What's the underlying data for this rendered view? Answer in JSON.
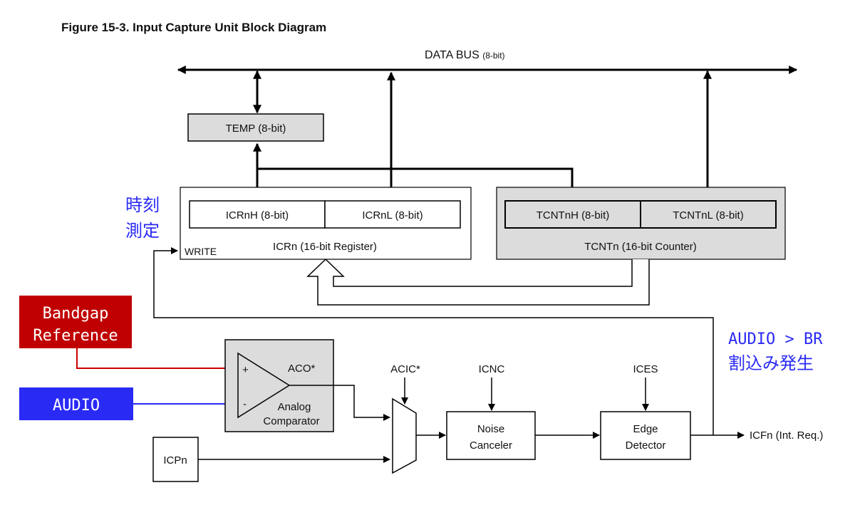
{
  "title": "Figure 15-3. Input Capture Unit Block Diagram",
  "bus": {
    "label": "DATA BUS",
    "width": "(8-bit)"
  },
  "blocks": {
    "temp": "TEMP (8-bit)",
    "icrnh": "ICRnH (8-bit)",
    "icrnl": "ICRnL (8-bit)",
    "icrn": "ICRn (16-bit Register)",
    "write": "WRITE",
    "tcntnh": "TCNTnH (8-bit)",
    "tcntnl": "TCNTnL (8-bit)",
    "tcntn": "TCNTn (16-bit Counter)",
    "aco": "ACO*",
    "plus": "+",
    "minus": "-",
    "analog1": "Analog",
    "analog2": "Comparator",
    "acic": "ACIC*",
    "icnc": "ICNC",
    "ices": "ICES",
    "noise1": "Noise",
    "noise2": "Canceler",
    "edge1": "Edge",
    "edge2": "Detector",
    "icpn": "ICPn",
    "icfn": "ICFn (Int. Req.)"
  },
  "annotations": {
    "time1": "時刻",
    "time2": "測定",
    "bandgap1": "Bandgap",
    "bandgap2": "Reference",
    "audio": "AUDIO",
    "irq1": "AUDIO > BR",
    "irq2": "割込み発生"
  },
  "colors": {
    "gray_fill": "#dcdcdc",
    "red_box": "#c00000",
    "red_line": "#cc0000",
    "blue_box": "#2a2af5",
    "blue_line": "#2a2af5",
    "note_text": "#2a2af5"
  }
}
